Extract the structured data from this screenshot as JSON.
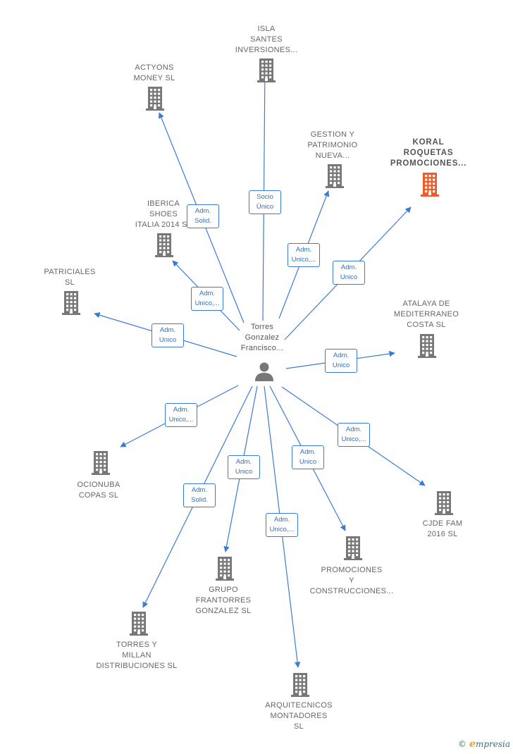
{
  "center": {
    "label": "Torres\nGonzalez\nFrancisco..."
  },
  "colors": {
    "edge": "#3a7bd5",
    "building": "#777777",
    "building_highlight": "#f05a28",
    "person": "#777777"
  },
  "nodes": [
    {
      "id": "isla",
      "label": "ISLA\nSANTES\nINVERSIONES...",
      "highlight": false
    },
    {
      "id": "actyons",
      "label": "ACTYONS\nMONEY  SL",
      "highlight": false
    },
    {
      "id": "gestion",
      "label": "GESTION Y\nPATRIMONIO\nNUEVA...",
      "highlight": false
    },
    {
      "id": "koral",
      "label": "KORAL\nROQUETAS\nPROMOCIONES...",
      "highlight": true
    },
    {
      "id": "iberica",
      "label": "IBERICA\nSHOES\nITALIA 2014  SL",
      "highlight": false
    },
    {
      "id": "patriciales",
      "label": "PATRICIALES\nSL",
      "highlight": false
    },
    {
      "id": "atalaya",
      "label": "ATALAYA DE\nMEDITERRANEO\nCOSTA  SL",
      "highlight": false
    },
    {
      "id": "ocionuba",
      "label": "OCIONUBA\nCOPAS  SL",
      "highlight": false
    },
    {
      "id": "cjde",
      "label": "CJDE FAM\n2016  SL",
      "highlight": false
    },
    {
      "id": "promociones",
      "label": "PROMOCIONES\nY\nCONSTRUCCIONES...",
      "highlight": false
    },
    {
      "id": "grupo",
      "label": "GRUPO\nFRANTORRES\nGONZALEZ SL",
      "highlight": false
    },
    {
      "id": "torres",
      "label": "TORRES Y\nMILLAN\nDISTRIBUCIONES SL",
      "highlight": false
    },
    {
      "id": "arquitecnicos",
      "label": "ARQUITECNICOS\nMONTADORES\nSL",
      "highlight": false
    }
  ],
  "edges": [
    {
      "to": "isla",
      "label": "Socio\nÚnico"
    },
    {
      "to": "actyons",
      "label": "Adm.\nSolid."
    },
    {
      "to": "gestion",
      "label": "Adm.\nUnico,..."
    },
    {
      "to": "koral",
      "label": "Adm.\nUnico"
    },
    {
      "to": "iberica",
      "label": "Adm.\nUnico,..."
    },
    {
      "to": "patriciales",
      "label": "Adm.\nUnico"
    },
    {
      "to": "atalaya",
      "label": "Adm.\nUnico"
    },
    {
      "to": "ocionuba",
      "label": "Adm.\nUnico,..."
    },
    {
      "to": "cjde",
      "label": "Adm.\nUnico,..."
    },
    {
      "to": "promociones",
      "label": "Adm.\nUnico"
    },
    {
      "to": "grupo",
      "label": "Adm.\nUnico"
    },
    {
      "to": "torres",
      "label": "Adm.\nSolid."
    },
    {
      "to": "arquitecnicos",
      "label": "Adm.\nUnico,..."
    }
  ],
  "footer": {
    "copyright": "©",
    "brand_initial": "e",
    "brand_rest": "mpresia"
  }
}
